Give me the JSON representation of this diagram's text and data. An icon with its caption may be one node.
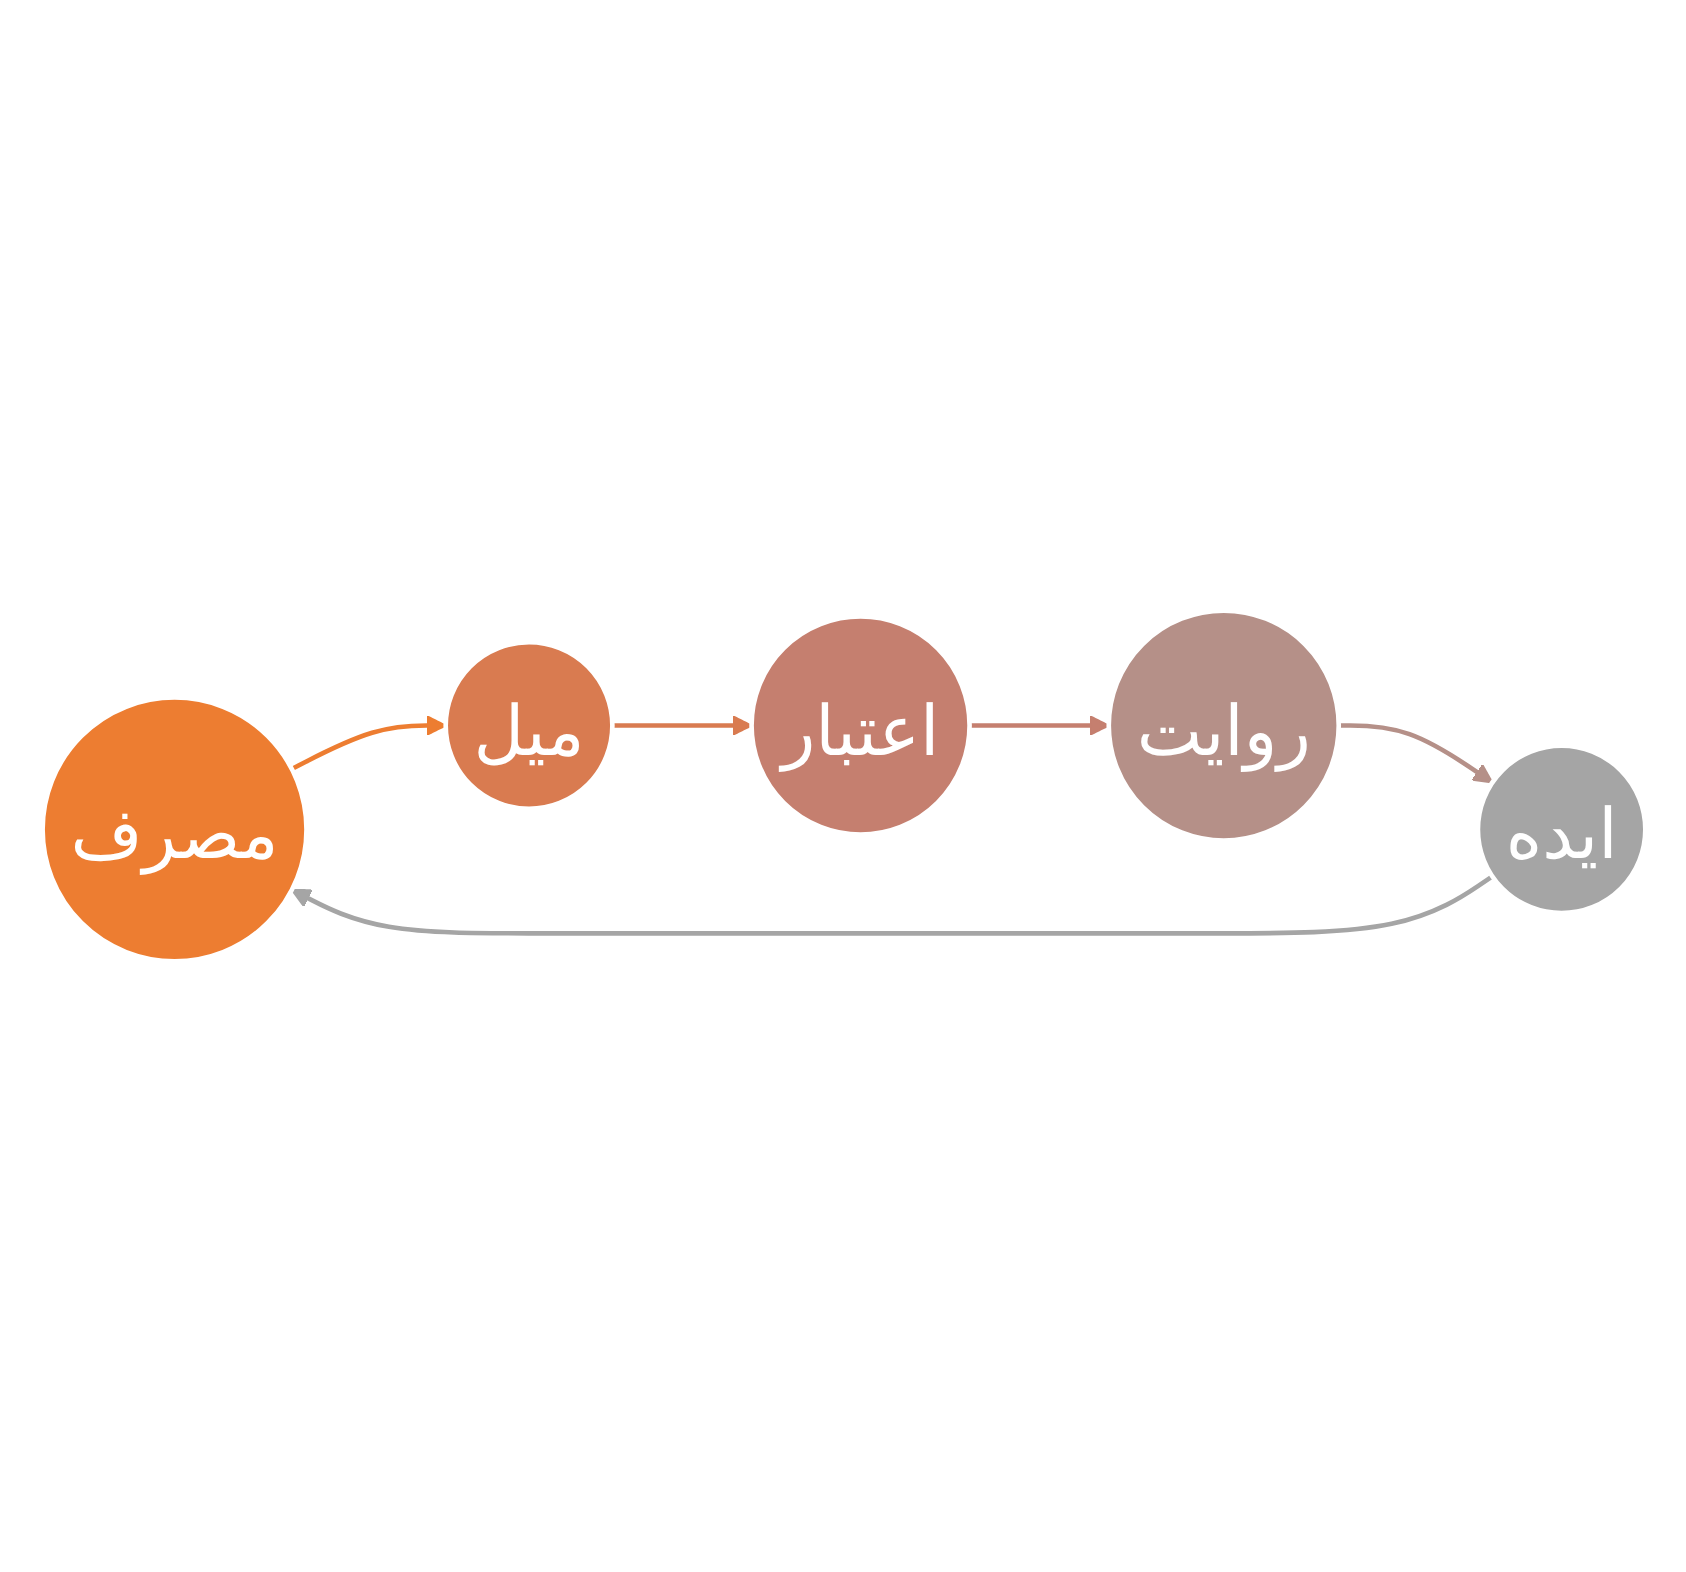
{
  "diagram": {
    "nodes": [
      {
        "text": [
          "مصرف"
        ]
      },
      {
        "text": [
          "میل"
        ]
      },
      {
        "text": [
          "اعتبار"
        ]
      },
      {
        "text": [
          "روایت"
        ]
      },
      {
        "text": [
          "ایده"
        ]
      }
    ],
    "edges": [
      {
        "from": 0,
        "to": 1,
        "arrow": "to",
        "color": "#ed7d31"
      },
      {
        "from": 1,
        "to": 2,
        "arrow": "to",
        "color": "#d97b50"
      },
      {
        "from": 2,
        "to": 3,
        "arrow": "to",
        "color": "#c57f6f"
      },
      {
        "from": 3,
        "to": 4,
        "arrow": "to",
        "color": "#b59088"
      },
      {
        "from": 4,
        "to": 0,
        "arrow": "to",
        "color": "#a5a5a5"
      }
    ]
  }
}
